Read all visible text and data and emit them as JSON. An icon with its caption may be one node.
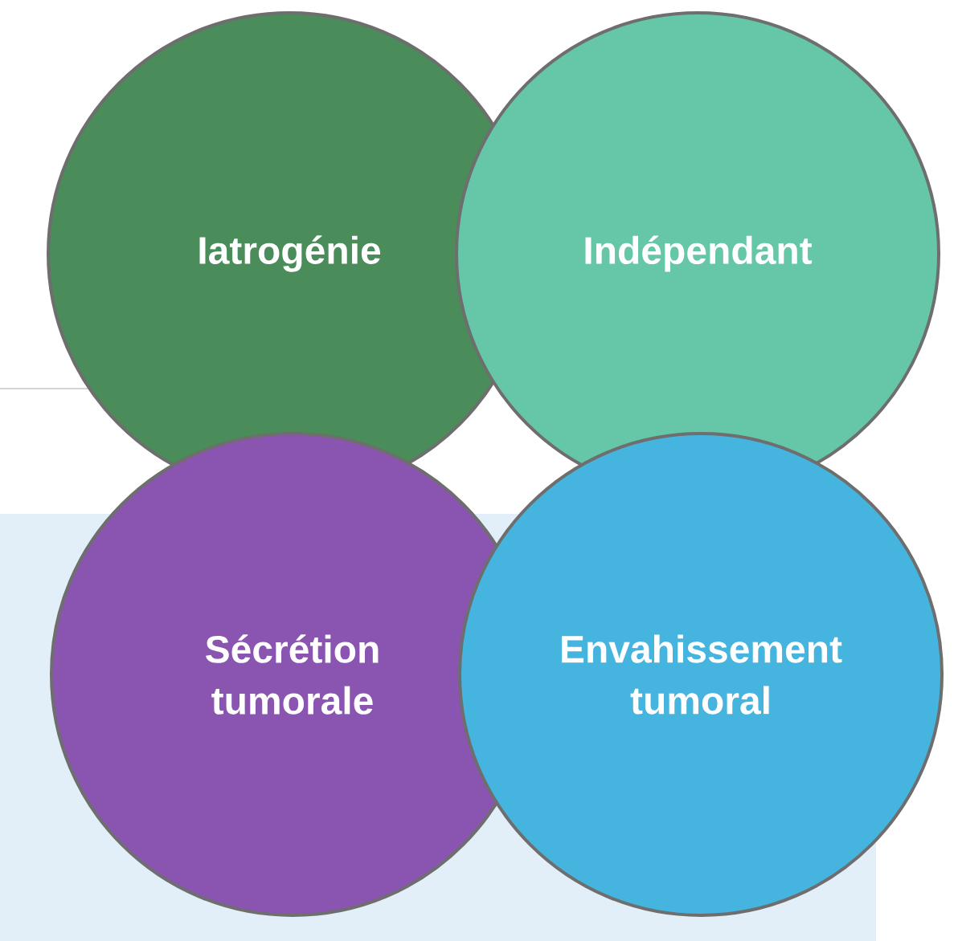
{
  "diagram": {
    "nodes": [
      {
        "text": [
          "Iatrogénie"
        ]
      },
      {
        "text": [
          "Indépendant"
        ]
      },
      {
        "text": [
          "Sécrétion tumorale"
        ]
      },
      {
        "text": [
          "Envahissement tumoral"
        ]
      }
    ]
  }
}
